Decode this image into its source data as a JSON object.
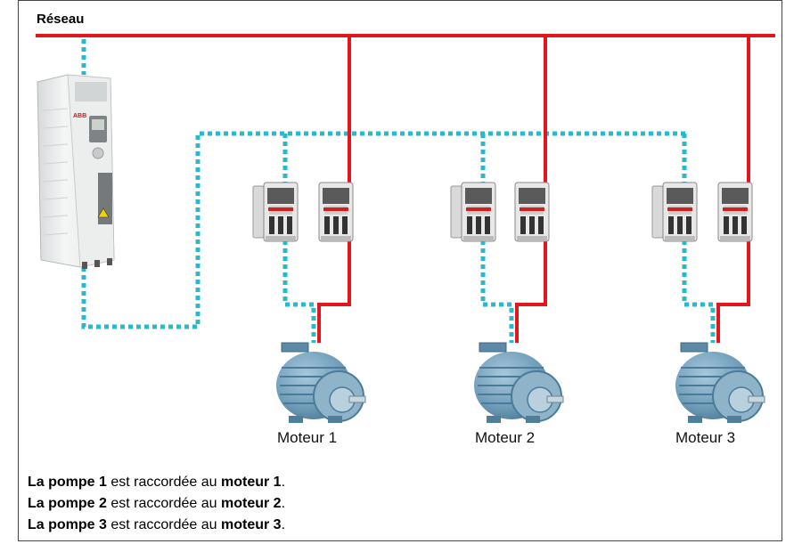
{
  "network_label": "Réseau",
  "motors": [
    {
      "label": "Moteur 1"
    },
    {
      "label": "Moteur 2"
    },
    {
      "label": "Moteur 3"
    }
  ],
  "drive": {
    "brand": "ABB"
  },
  "notes": [
    {
      "pump": "La pompe 1",
      "mid": " est raccordée au ",
      "motor": "moteur 1",
      "end": "."
    },
    {
      "pump": "La pompe 2",
      "mid": " est raccordée au ",
      "motor": "moteur 2",
      "end": "."
    },
    {
      "pump": "La pompe 3",
      "mid": " est raccordée au ",
      "motor": "moteur 3",
      "end": "."
    }
  ],
  "colors": {
    "power": "#e3161e",
    "control": "#2ab8cc",
    "motor_body": "#6e9cb8"
  }
}
